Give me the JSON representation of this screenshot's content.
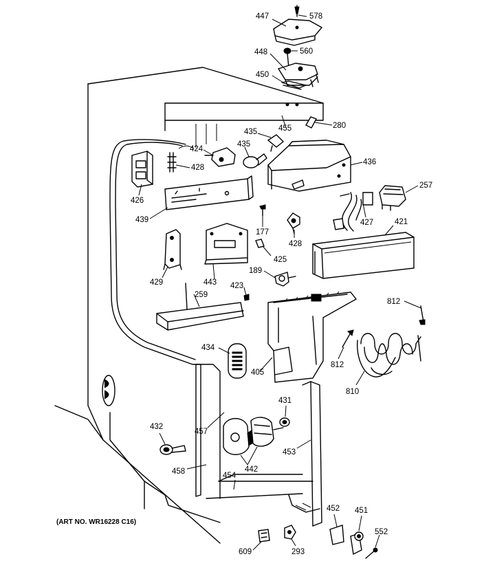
{
  "art_number": "(ART NO. WR16228 C16)",
  "labels": {
    "p578": "578",
    "p447": "447",
    "p560": "560",
    "p448": "448",
    "p450": "450",
    "p280": "280",
    "p455": "455",
    "p435a": "435",
    "p435b": "435",
    "p424": "424",
    "p428a": "428",
    "p436": "436",
    "p426": "426",
    "p257": "257",
    "p439": "439",
    "p177": "177",
    "p428b": "428",
    "p427": "427",
    "p421": "421",
    "p425": "425",
    "p429": "429",
    "p443": "443",
    "p189": "189",
    "p423": "423",
    "p259": "259",
    "p812a": "812",
    "p812b": "812",
    "p434": "434",
    "p405": "405",
    "p810": "810",
    "p431": "431",
    "p432": "432",
    "p457": "457",
    "p453": "453",
    "p442": "442",
    "p458": "458",
    "p454": "454",
    "p452": "452",
    "p451": "451",
    "p552": "552",
    "p609": "609",
    "p293": "293"
  }
}
